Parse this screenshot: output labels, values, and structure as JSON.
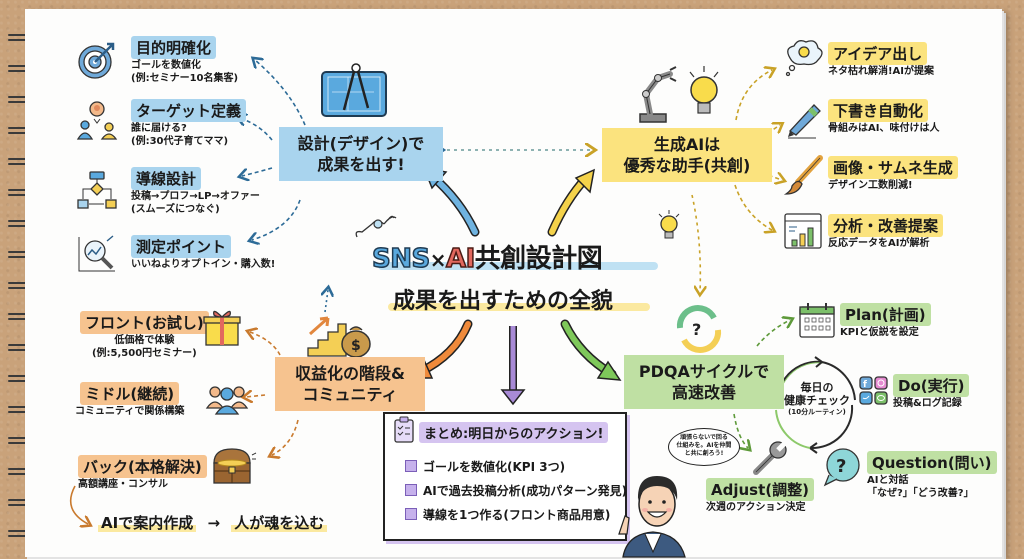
{
  "title": {
    "main_prefix_sns": "SNS",
    "main_cross": "×",
    "main_prefix_ai": "AI",
    "main_suffix": "共創設計図",
    "subtitle": "成果を出すための全貌"
  },
  "colors": {
    "blue": "#a9d4ee",
    "yellow": "#fbe37e",
    "orange": "#f6c38f",
    "green": "#bfe0a3",
    "purple": "#d5c4f0",
    "sns_blue": "#5aa9de",
    "ai_red": "#e2685e"
  },
  "design": {
    "hub": "設計(デザイン)で\n成果を出す!",
    "items": [
      {
        "title": "目的明確化",
        "lines": [
          "ゴールを数値化",
          "(例:セミナー10名集客)"
        ],
        "icon": "target-icon"
      },
      {
        "title": "ターゲット定義",
        "lines": [
          "誰に届ける?",
          "(例:30代子育てママ)"
        ],
        "icon": "persona-icon"
      },
      {
        "title": "導線設計",
        "lines": [
          "投稿→プロフ→LP→オファー",
          "(スムーズにつなぐ)"
        ],
        "icon": "flowchart-icon"
      },
      {
        "title": "測定ポイント",
        "lines": [
          "いいねよりオプトイン・購入数!"
        ],
        "icon": "analytics-magnifier-icon"
      }
    ]
  },
  "ai": {
    "hub": "生成AIは\n優秀な助手(共創)",
    "items": [
      {
        "title": "アイデア出し",
        "lines": [
          "ネタ枯れ解消!AIが提案"
        ],
        "icon": "thought-bulb-icon"
      },
      {
        "title": "下書き自動化",
        "lines": [
          "骨組みはAI、味付けは人"
        ],
        "icon": "pen-icon"
      },
      {
        "title": "画像・サムネ生成",
        "lines": [
          "デザイン工数削減!"
        ],
        "icon": "paintbrush-icon"
      },
      {
        "title": "分析・改善提案",
        "lines": [
          "反応データをAIが解析"
        ],
        "icon": "bar-chart-icon"
      }
    ]
  },
  "monetize": {
    "hub": "収益化の階段&\nコミュニティ",
    "items": [
      {
        "title": "フロント(お試し)",
        "lines": [
          "低価格で体験",
          "(例:5,500円セミナー)"
        ],
        "icon": "gift-icon"
      },
      {
        "title": "ミドル(継続)",
        "lines": [
          "コミュニティで関係構築"
        ],
        "icon": "community-icon"
      },
      {
        "title": "バック(本格解決)",
        "lines": [
          "高額講座・コンサル"
        ],
        "icon": "treasure-chest-icon"
      }
    ],
    "flow_left": "AIで案内作成",
    "flow_arrow": "→",
    "flow_right": "人が魂を込む"
  },
  "pdca": {
    "hub": "PDQAサイクルで\n高速改善",
    "cycle_label": [
      "毎日の",
      "健康チェック",
      "(10分ルーティン)"
    ],
    "items": [
      {
        "title": "Plan(計画)",
        "lines": [
          "KPIと仮説を設定"
        ],
        "icon": "calendar-icon"
      },
      {
        "title": "Do(実行)",
        "lines": [
          "投稿&ログ記録"
        ],
        "icon": "social-media-icon"
      },
      {
        "title": "Question(問い)",
        "lines": [
          "AIと対話",
          "「なぜ?」「どう改善?」"
        ],
        "icon": "question-bubble-icon"
      },
      {
        "title": "Adjust(調整)",
        "lines": [
          "次週のアクション決定"
        ],
        "icon": "wrench-icon"
      }
    ]
  },
  "summary": {
    "title": "まとめ:明日からのアクション!",
    "items": [
      "ゴールを数値化(KPI 3つ)",
      "AIで過去投稿分析(成功パターン発見)",
      "導線を1つ作る(フロント商品用意)"
    ],
    "speech_bubble": [
      "頑張らないで回る",
      "仕組みを。AIを仲間",
      "と共に創ろう!"
    ]
  }
}
